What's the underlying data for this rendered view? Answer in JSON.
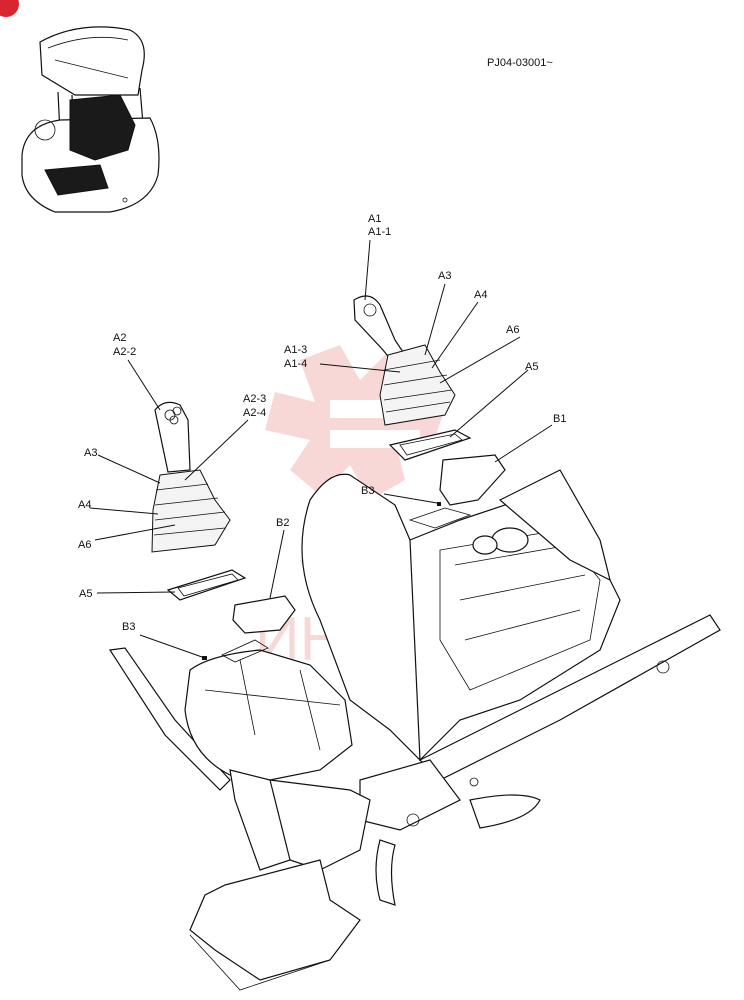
{
  "doc_code": "PJ04-03001~",
  "watermark_text": "ИНТЕХ",
  "colors": {
    "watermark": "#f3b7b7",
    "badge": "#d7262f",
    "line": "#111111"
  },
  "labels": {
    "a1": "A1",
    "a1_1": "A1-1",
    "a1_3": "A1-3",
    "a1_4": "A1-4",
    "a2": "A2",
    "a2_2": "A2-2",
    "a2_3": "A2-3",
    "a2_4": "A2-4",
    "a3_right": "A3",
    "a4_right": "A4",
    "a6_right": "A6",
    "a5_right": "A5",
    "b1": "B1",
    "b3_right": "B3",
    "a3_left": "A3",
    "a4_left": "A4",
    "a6_left": "A6",
    "b2": "B2",
    "a5_left": "A5",
    "b3_left": "B3"
  }
}
